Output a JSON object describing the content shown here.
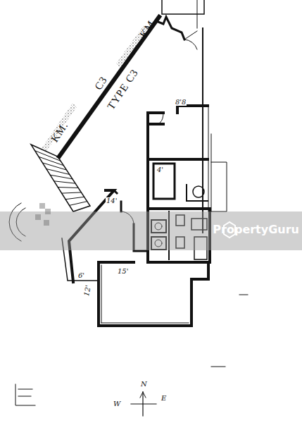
{
  "diagram": {
    "labels": [
      "KM.",
      "C3",
      "KM.",
      "TYPE C3",
      "8'8",
      "4'",
      "14'",
      "15'",
      "12'",
      "6'",
      "PropertyGuru",
      "N",
      "W",
      "E"
    ]
  }
}
